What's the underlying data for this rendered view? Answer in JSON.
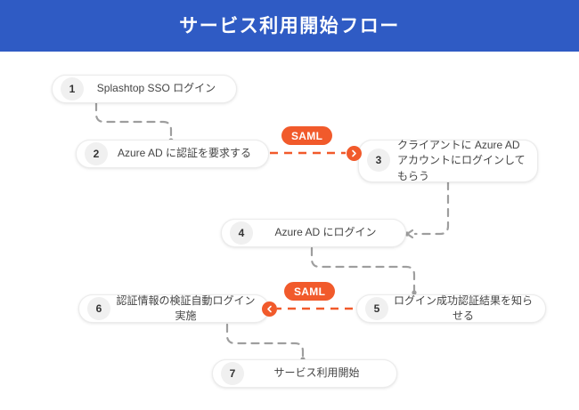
{
  "header": {
    "title": "サービス利用開始フロー",
    "bg_color": "#2f5bc4",
    "text_color": "#ffffff"
  },
  "colors": {
    "accent_orange": "#f15a2b",
    "connector_gray": "#9e9e9e",
    "node_bg": "#ffffff",
    "badge_bg": "#f0f0f0",
    "page_bg": "#ffffff"
  },
  "diagram": {
    "type": "flowchart",
    "nodes": [
      {
        "number": "1",
        "label": "Splashtop SSO ログイン"
      },
      {
        "number": "2",
        "label": "Azure AD に認証を要求する"
      },
      {
        "number": "3",
        "label": "クライアントに Azure AD\nアカウントにログインしてもらう"
      },
      {
        "number": "4",
        "label": "Azure AD にログイン"
      },
      {
        "number": "5",
        "label": "ログイン成功認証結果を知らせる"
      },
      {
        "number": "6",
        "label": "認証情報の検証自動ログイン実施"
      },
      {
        "number": "7",
        "label": "サービス利用開始"
      }
    ],
    "badges": [
      {
        "label": "SAML"
      },
      {
        "label": "SAML"
      }
    ],
    "arrow_icons": [
      {
        "direction": "right"
      },
      {
        "direction": "left"
      }
    ]
  }
}
